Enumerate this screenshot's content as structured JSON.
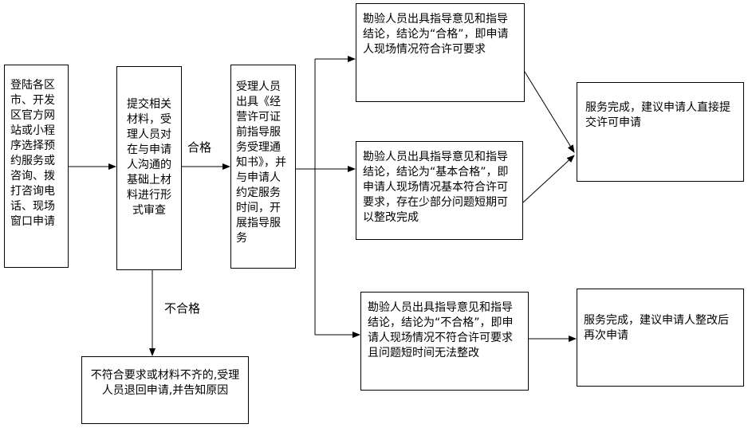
{
  "nodes": {
    "apply": "登陆各区市、开发区官方网站或小程序选择预约服务或咨询、拨打咨询电话、现场窗口申请",
    "submit": "提交相关材料，受理人员对在与申请人沟通的基础上材料进行形式审查",
    "accept": "受理人员出具《经营许可证前指导服务受理通知书》，并与申请人约定服务时间，开展指导服务",
    "result_pass": "勘验人员出具指导意见和指导结论，结论为“合格”，即申请人现场情况符合许可要求",
    "result_basic": "勘验人员出具指导意见和指导结论，结论为“基本合格”，即申请人现场情况基本符合许可要求，存在少部分问题短期可以整改完成",
    "result_fail": "勘验人员出具指导意见和指导结论，结论为“不合格”，即申请人现场情况不符合许可要求且问题短时间无法整改",
    "done_direct": "服务完成，建议申请人直接提交许可申请",
    "done_rectify": "服务完成，建议申请人整改后再次申请",
    "reject": "不符合要求或材料不齐的,受理人员退回申请,并告知原因"
  },
  "edge_labels": {
    "pass": "合格",
    "fail": "不合格"
  }
}
